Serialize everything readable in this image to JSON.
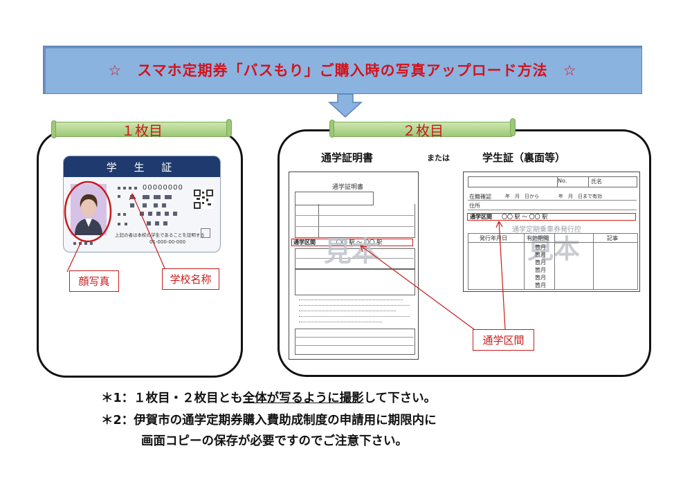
{
  "title": "☆　スマホ定期券「バスもり」ご購入時の写真アップロード方法　☆",
  "panel1": {
    "ribbon": "１枚目",
    "card": {
      "heading": "学 生 証",
      "id_number": "00000000",
      "footer_text": "上記の者は本校の学生であることを証明する",
      "footer_number": "01-000-00-000"
    },
    "callout_face": "顔写真",
    "callout_school": "学校名称"
  },
  "panel2": {
    "ribbon": "２枚目",
    "label_cert": "通学証明書",
    "label_or": "または",
    "label_id": "学生証（裏面等）",
    "cert": {
      "title": "通学証明書",
      "route_label": "通学区間",
      "route_value": "〇〇 駅 ～ 〇〇 駅",
      "watermark": "見本"
    },
    "back": {
      "no_label": "No.",
      "name_label": "氏名",
      "enroll_label": "在籍確認",
      "enroll_text": "年　月　日から　　　　年　月　日まで有効",
      "address_label": "住所",
      "route_label": "通学区間",
      "route_value": "〇〇 駅 ～ 〇〇 駅",
      "faded_title": "通学定期乗車券発行控",
      "col1": "発行年月日",
      "col2": "有効期間",
      "col4": "記事",
      "months": [
        "箇月",
        "箇月",
        "箇月",
        "箇月",
        "箇月",
        "箇月"
      ],
      "watermark": "見本"
    },
    "callout_route": "通学区間"
  },
  "notes": {
    "note1_prefix": "＊1：１枚目・２枚目とも",
    "note1_underline1": "全体が写るように撮影",
    "note1_suffix": "して下さい。",
    "note2_line1": "＊2：伊賀市の通学定期券購入費助成制度の申請用に期限内に",
    "note2_line2": "画面コピーの保存が必要ですのでご注意下さい。"
  }
}
